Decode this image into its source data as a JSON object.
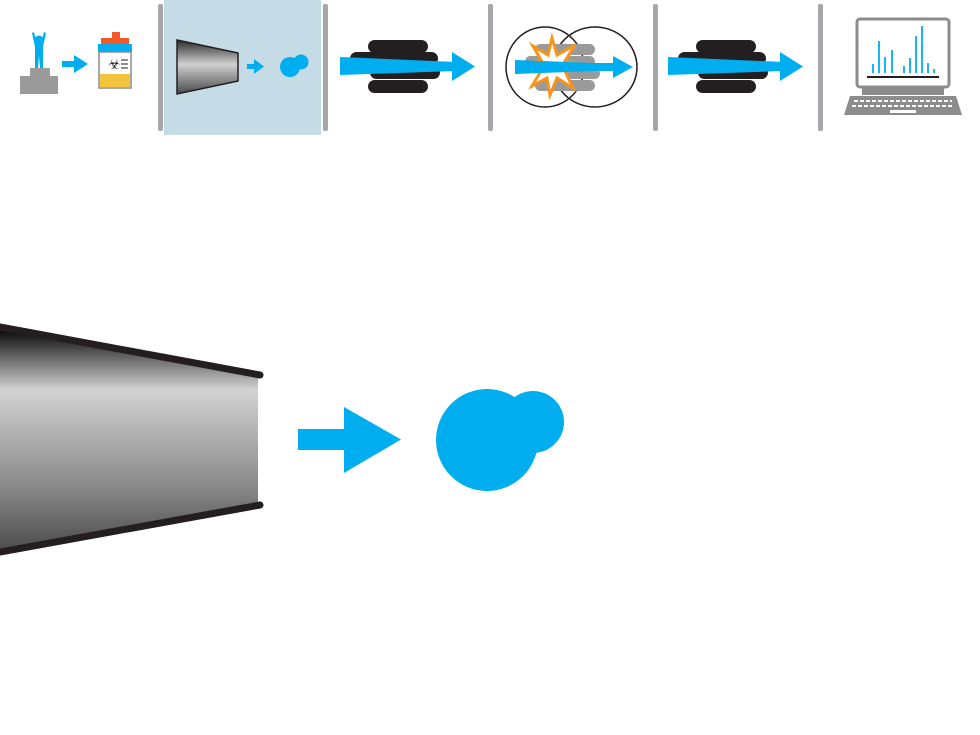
{
  "diagram": {
    "steps": [
      {
        "id": "sample-collection",
        "icon": "athlete-podium-to-urine-cup-icon"
      },
      {
        "id": "ionization",
        "icon": "ion-source-to-droplet-icon"
      },
      {
        "id": "first-mass-filter",
        "icon": "quadrupole-rods-arrow-icon"
      },
      {
        "id": "collision-cell",
        "icon": "collision-cell-burst-icon"
      },
      {
        "id": "second-mass-filter",
        "icon": "quadrupole-rods-arrow-icon"
      },
      {
        "id": "data-analysis",
        "icon": "laptop-spectrum-icon"
      }
    ],
    "active_step_index": 1,
    "detail_view": {
      "shows_step": "ionization",
      "elements": [
        "funnel-icon",
        "flow-arrow-icon",
        "ion-droplet-icon"
      ]
    }
  },
  "colors": {
    "accent_blue": "#00aeef",
    "highlight": "#c5dce6",
    "separator": "#a5a7aa",
    "rod_dark": "#231f20",
    "burst_orange": "#f7941d",
    "icon_gray": "#8c8c8c"
  }
}
